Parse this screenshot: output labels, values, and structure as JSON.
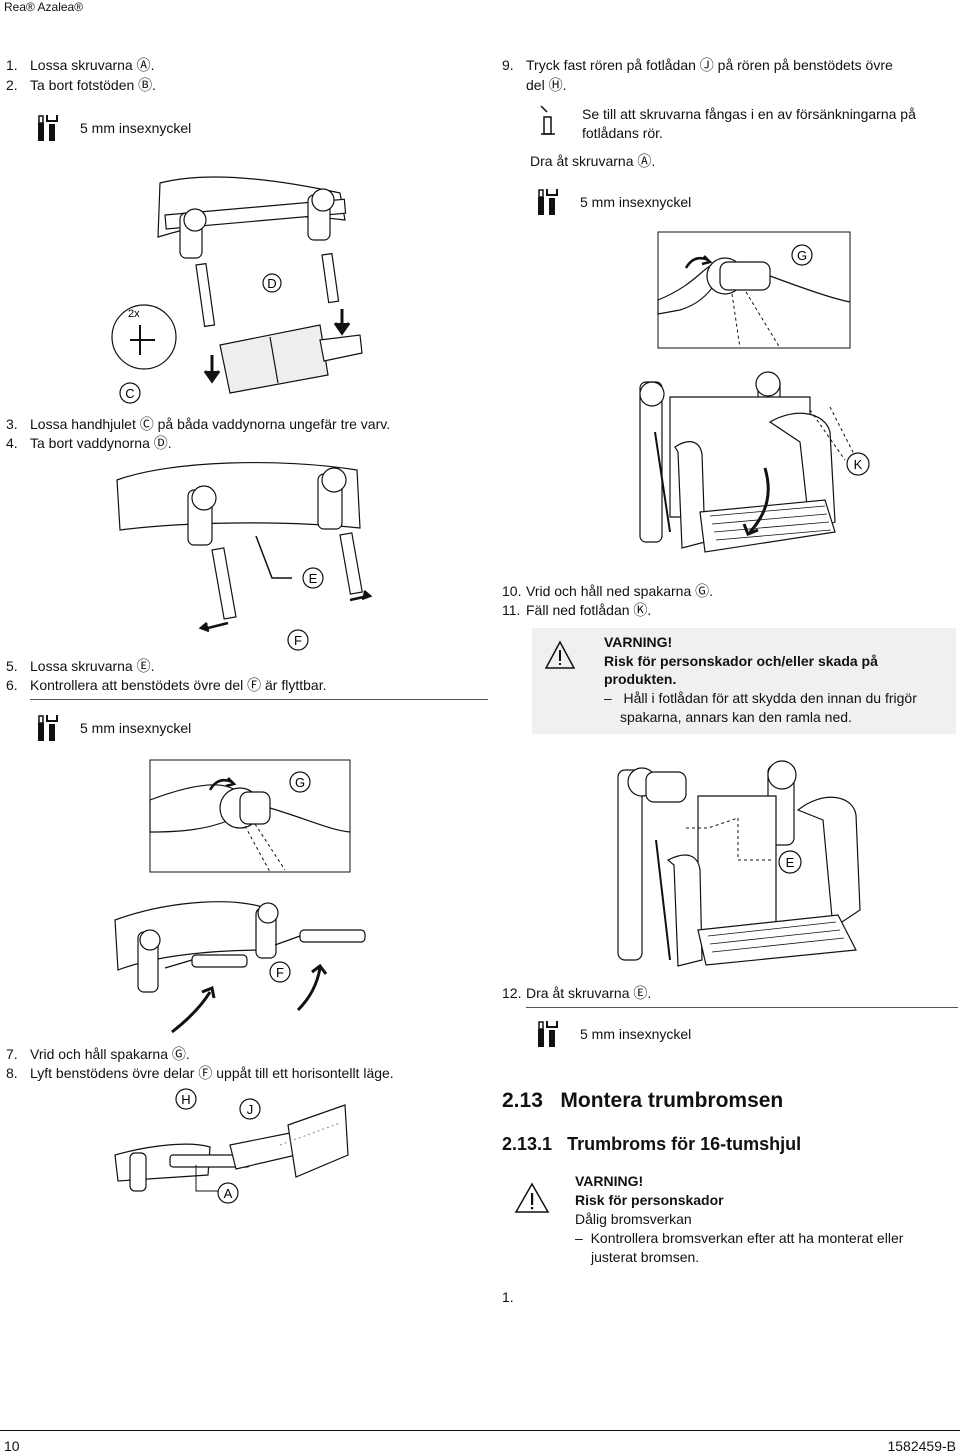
{
  "header": {
    "brand": "Rea® Azalea®"
  },
  "left": {
    "steps_a": [
      {
        "num": "1.",
        "text": "Lossa skruvarna Ⓐ."
      },
      {
        "num": "2.",
        "text": "Ta bort fotstöden Ⓑ."
      }
    ],
    "tool_a": "5 mm insexnyckel",
    "fig1_labels": {
      "two_x": "2x",
      "d": "D",
      "c": "C"
    },
    "steps_b": [
      {
        "num": "3.",
        "text": "Lossa handhjulet Ⓒ på båda vaddynorna ungefär tre varv."
      },
      {
        "num": "4.",
        "text": "Ta bort vaddynorna Ⓓ."
      }
    ],
    "fig2_labels": {
      "e": "E",
      "f": "F"
    },
    "steps_c": [
      {
        "num": "5.",
        "text": "Lossa skruvarna Ⓔ."
      },
      {
        "num": "6.",
        "text": "Kontrollera att benstödets övre del Ⓕ är flyttbar."
      }
    ],
    "tool_b": "5 mm insexnyckel",
    "fig3_labels": {
      "g": "G",
      "f": "F"
    },
    "steps_d": [
      {
        "num": "7.",
        "text": "Vrid och håll spakarna Ⓖ."
      },
      {
        "num": "8.",
        "text": "Lyft benstödens övre delar Ⓕ uppåt till ett horisontellt läge."
      }
    ],
    "fig4_labels": {
      "h": "H",
      "j": "J",
      "a": "A"
    }
  },
  "right": {
    "step9": {
      "num": "9.",
      "line1": "Tryck fast rören på fotlådan Ⓙ på rören på benstödets övre",
      "line2": "del Ⓗ."
    },
    "info": {
      "line1": "Se till att skruvarna fångas i en av försänkningarna på",
      "line2": "fotlådans rör."
    },
    "pull": "Dra åt skruvarna Ⓐ.",
    "tool_c": "5 mm insexnyckel",
    "fig5_labels": {
      "g": "G",
      "k": "K"
    },
    "steps_e": [
      {
        "num": "10.",
        "text": "Vrid och håll ned spakarna Ⓖ."
      },
      {
        "num": "11.",
        "text": "Fäll ned fotlådan Ⓚ."
      }
    ],
    "warning1": {
      "title": "VARNING!",
      "subtitle1": "Risk för personskador och/eller skada på",
      "subtitle2": "produkten.",
      "item1": "Håll i fotlådan för att skydda den innan du frigör",
      "item2": "spakarna, annars kan den ramla ned."
    },
    "fig6_labels": {
      "e": "E"
    },
    "step12": {
      "num": "12.",
      "text": "Dra åt skruvarna Ⓔ."
    },
    "tool_d": "5 mm insexnyckel",
    "section": {
      "num": "2.13",
      "title": "Montera trumbromsen"
    },
    "subsection": {
      "num": "2.13.1",
      "title": "Trumbroms för 16-tumshjul"
    },
    "warning2": {
      "title": "VARNING!",
      "subtitle": "Risk för personskador",
      "line": "Dålig bromsverkan",
      "item1": "Kontrollera bromsverkan efter att ha monterat eller",
      "item2": "justerat bromsen."
    },
    "step1": "1."
  },
  "footer": {
    "page": "10",
    "doc": "1582459-B"
  }
}
